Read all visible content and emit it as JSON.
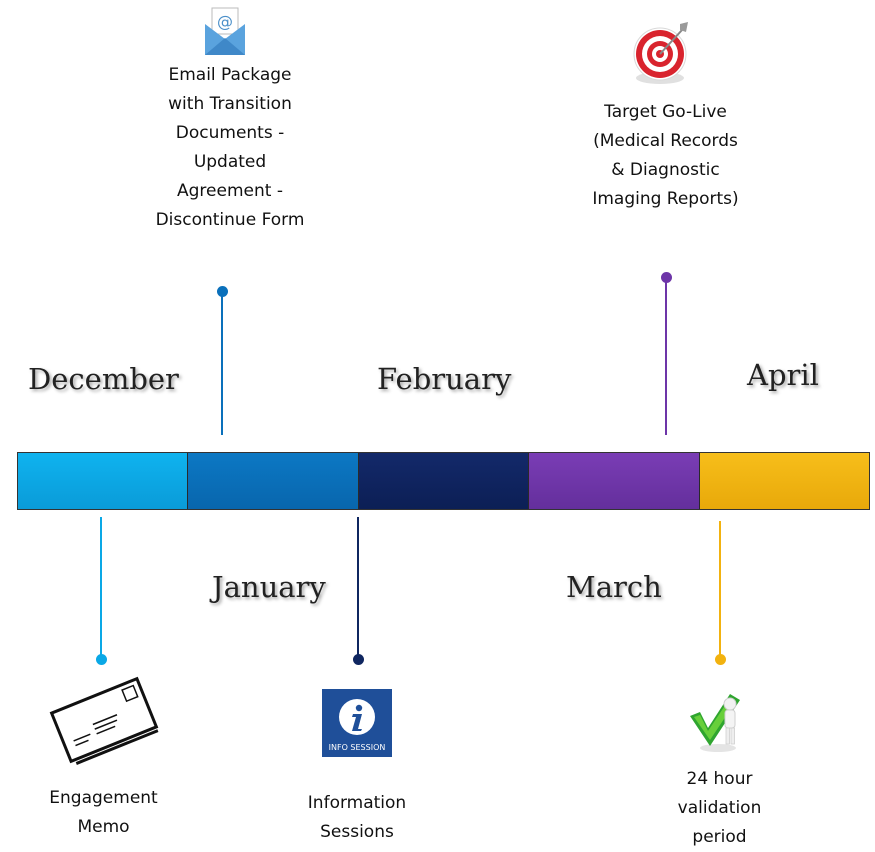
{
  "months": {
    "december": "December",
    "january": "January",
    "february": "February",
    "march": "March",
    "april": "April"
  },
  "colors": {
    "december": "#0aa8e6",
    "january": "#0a70bb",
    "february": "#0f2660",
    "march": "#6d35a8",
    "april": "#f2b20f"
  },
  "milestones": {
    "email_package": "Email Package with Transition Documents -Updated Agreement -Discontinue Form",
    "target_go_live": "Target Go-Live (Medical Records & Diagnostic Imaging Reports)",
    "engagement_memo": "Engagement Memo",
    "information_sessions": "Information Sessions",
    "validation_period": "24 hour validation period"
  },
  "icons": {
    "email": "email-envelope-icon",
    "target": "target-bullseye-icon",
    "memo": "memo-envelope-icon",
    "info": "info-session-icon",
    "check": "checkmark-person-icon"
  }
}
